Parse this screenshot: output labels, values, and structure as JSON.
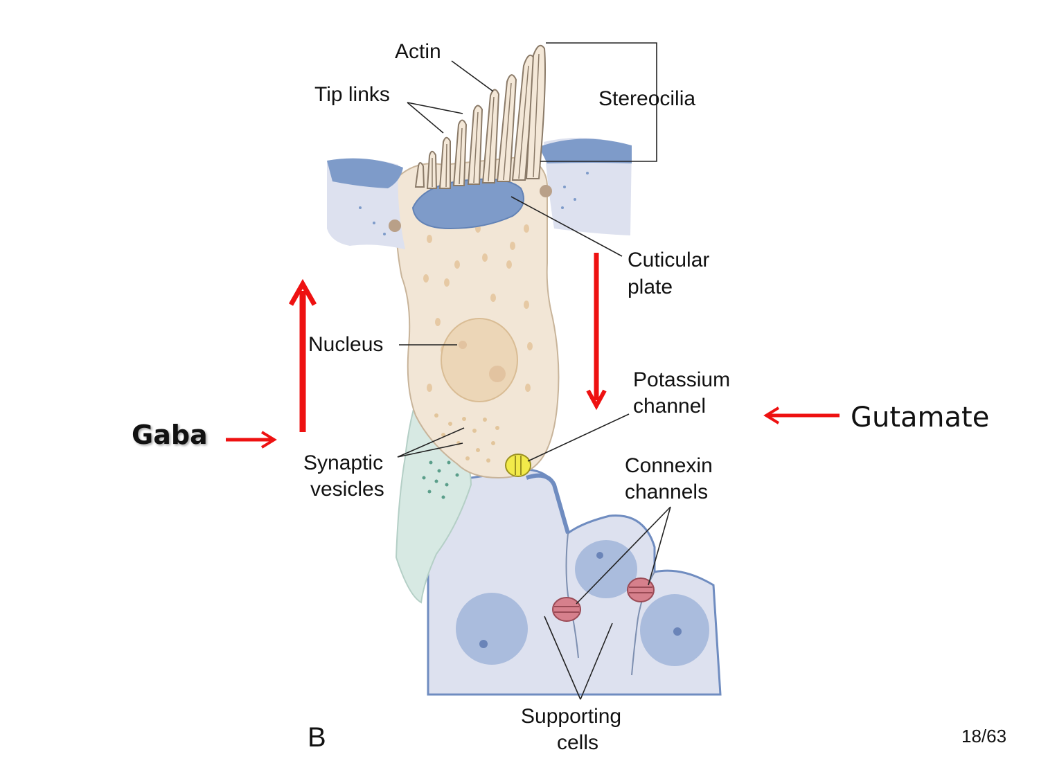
{
  "labels": {
    "actin": "Actin",
    "tip_links": "Tip links",
    "stereocilia": "Stereocilia",
    "cuticular_plate_1": "Cuticular",
    "cuticular_plate_2": "plate",
    "nucleus": "Nucleus",
    "potassium_channel_1": "Potassium",
    "potassium_channel_2": "channel",
    "synaptic_vesicles_1": "Synaptic",
    "synaptic_vesicles_2": "vesicles",
    "connexin_channels_1": "Connexin",
    "connexin_channels_2": "channels",
    "supporting_cells_1": "Supporting",
    "supporting_cells_2": "cells",
    "panel": "B"
  },
  "annotations": {
    "gaba": "Gaba",
    "gutamate": "Gutamate"
  },
  "page_number": "18/63",
  "colors": {
    "arrow": "#ee1111",
    "hair_cell": "#f2e6d6",
    "membrane": "#7e9bc9",
    "support_light": "#dde1ef",
    "support_nucleus": "#a9bcdc",
    "neuron": "#d7e9e3",
    "potassium_channel": "#f2ea4a",
    "connexin": "#d6808c"
  }
}
